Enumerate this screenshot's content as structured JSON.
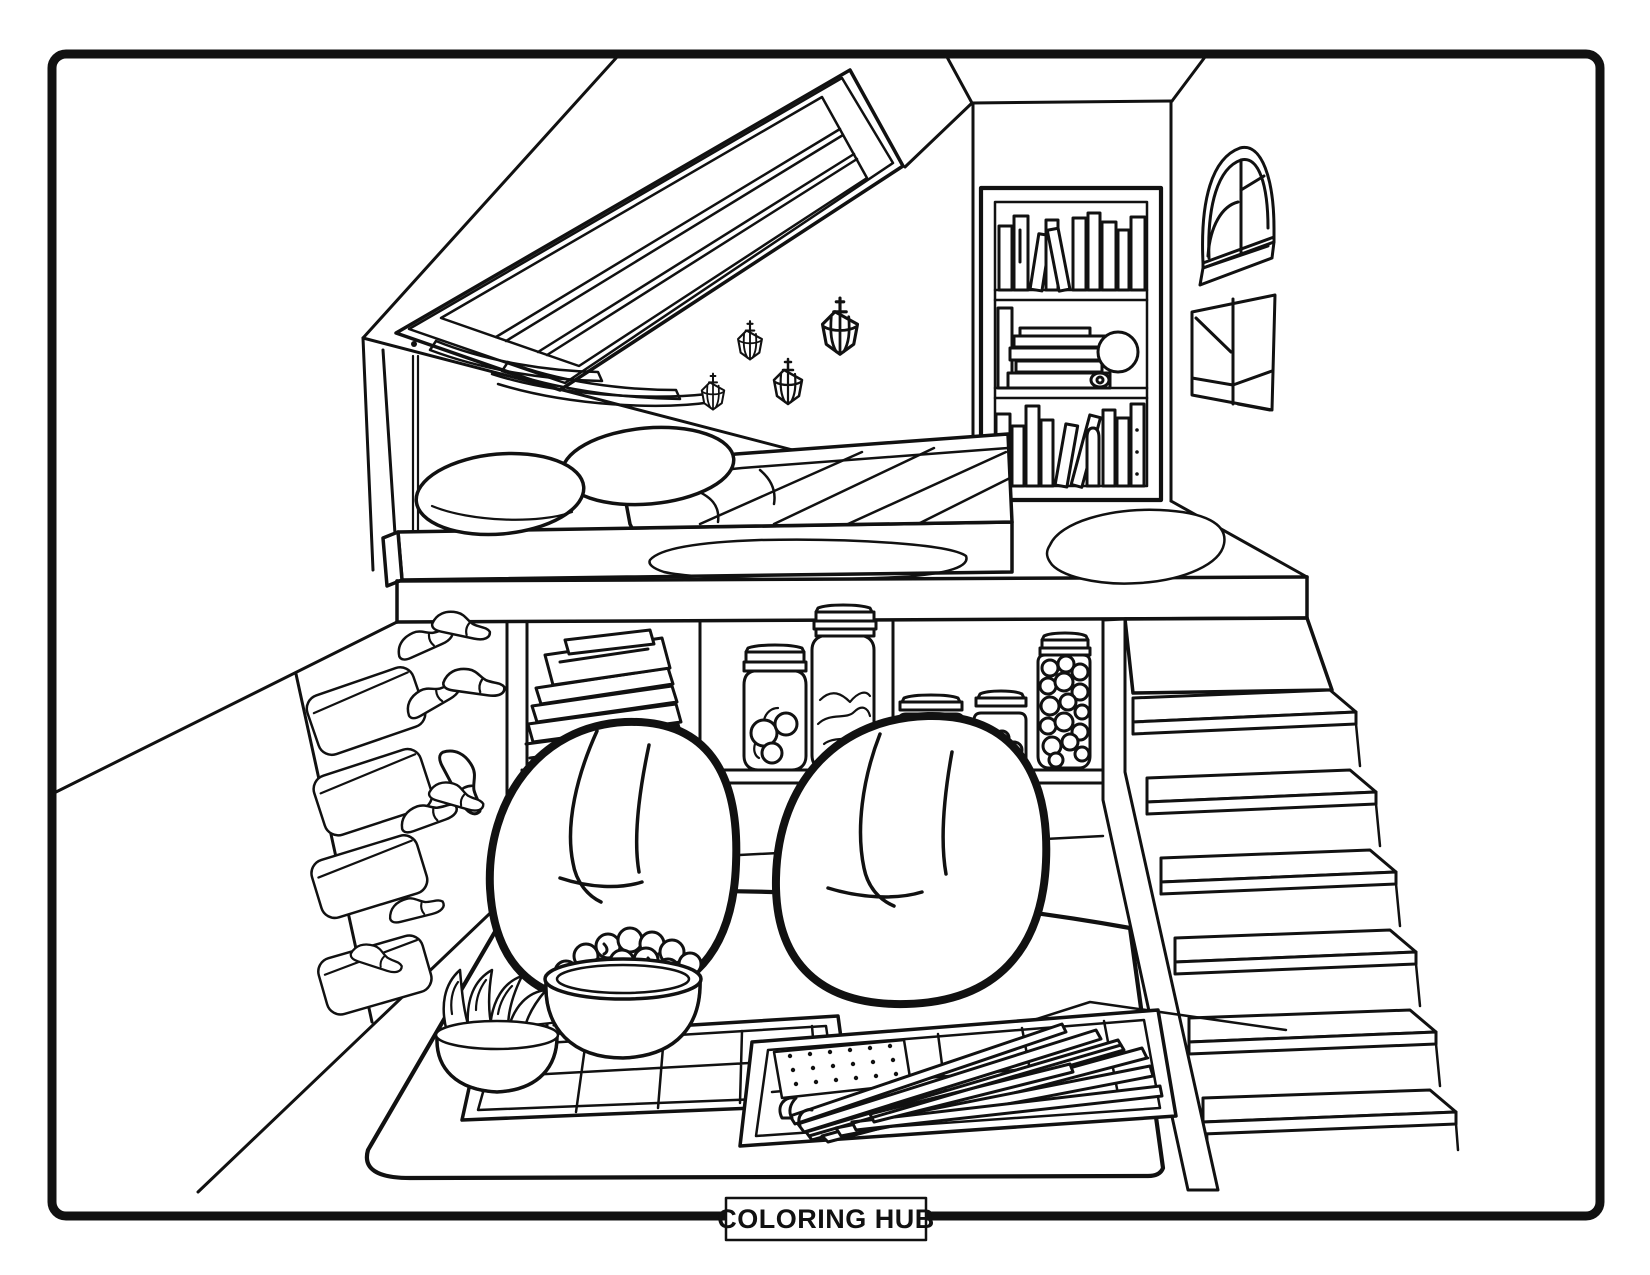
{
  "badge": {
    "label": "COLORING HUB"
  },
  "colors": {
    "ink": "#111111",
    "paper": "#ffffff"
  },
  "scene": {
    "type": "coloring-book line art illustration",
    "subject": "cozy attic loft reading nook",
    "objects": [
      "slanted skylight window with three panes",
      "four hanging gem lanterns",
      "built-in bookshelf with three shelves of books and a round ball",
      "arched fan window",
      "rectangular wall window",
      "loft bed with two pillows and striped blanket",
      "loft platform with two rugs",
      "under-loft shelf with stacked notebooks",
      "six snack jars (mason jars, candy jars, marshmallow jar)",
      "hanging shoe organizer with shoes",
      "two bean bag chairs",
      "large floor mat",
      "left snack tray with chips bowl, popcorn bowl and waffle grid",
      "right snack tray with dotted chocolate bar and wafer sticks",
      "staircase with six steps"
    ]
  }
}
